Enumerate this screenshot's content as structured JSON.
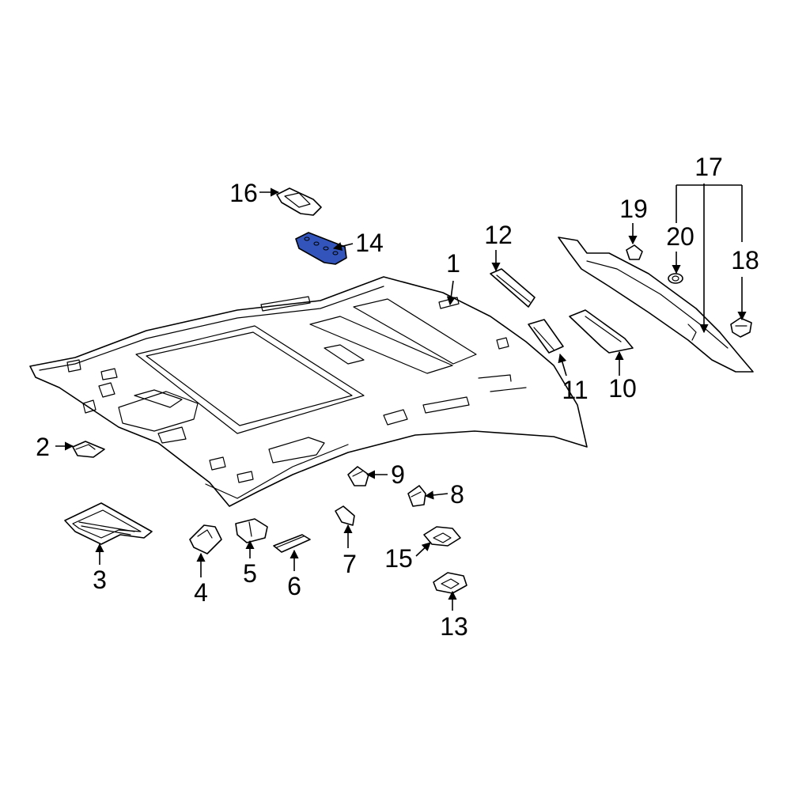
{
  "diagram": {
    "highlight_color": "#3355bb",
    "callouts": {
      "c1": "1",
      "c2": "2",
      "c3": "3",
      "c4": "4",
      "c5": "5",
      "c6": "6",
      "c7": "7",
      "c8": "8",
      "c9": "9",
      "c10": "10",
      "c11": "11",
      "c12": "12",
      "c13": "13",
      "c14": "14",
      "c15": "15",
      "c16": "16",
      "c17": "17",
      "c18": "18",
      "c19": "19",
      "c20": "20"
    }
  }
}
